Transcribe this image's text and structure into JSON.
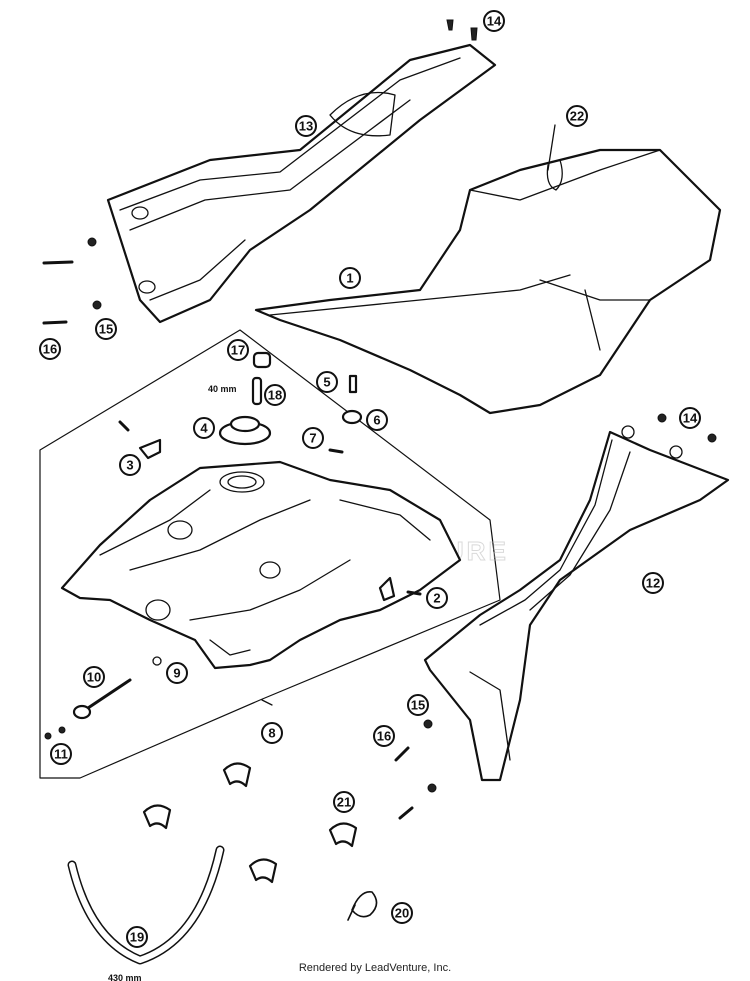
{
  "callouts": [
    {
      "id": "1",
      "label": "1"
    },
    {
      "id": "2",
      "label": "2"
    },
    {
      "id": "3",
      "label": "3"
    },
    {
      "id": "4",
      "label": "4"
    },
    {
      "id": "5",
      "label": "5"
    },
    {
      "id": "6",
      "label": "6"
    },
    {
      "id": "7",
      "label": "7"
    },
    {
      "id": "8",
      "label": "8"
    },
    {
      "id": "9",
      "label": "9"
    },
    {
      "id": "10",
      "label": "10"
    },
    {
      "id": "11",
      "label": "11"
    },
    {
      "id": "12",
      "label": "12"
    },
    {
      "id": "13",
      "label": "13"
    },
    {
      "id": "14a",
      "label": "14"
    },
    {
      "id": "14b",
      "label": "14"
    },
    {
      "id": "15a",
      "label": "15"
    },
    {
      "id": "15b",
      "label": "15"
    },
    {
      "id": "16a",
      "label": "16"
    },
    {
      "id": "16b",
      "label": "16"
    },
    {
      "id": "17",
      "label": "17"
    },
    {
      "id": "18",
      "label": "18"
    },
    {
      "id": "19",
      "label": "19"
    },
    {
      "id": "20",
      "label": "20"
    },
    {
      "id": "21",
      "label": "21"
    },
    {
      "id": "22",
      "label": "22"
    }
  ],
  "dimensions": {
    "spacer_length": "40 mm",
    "hose_length": "430 mm"
  },
  "watermark": "ADVENTURE",
  "credit": "Rendered by LeadVenture, Inc."
}
